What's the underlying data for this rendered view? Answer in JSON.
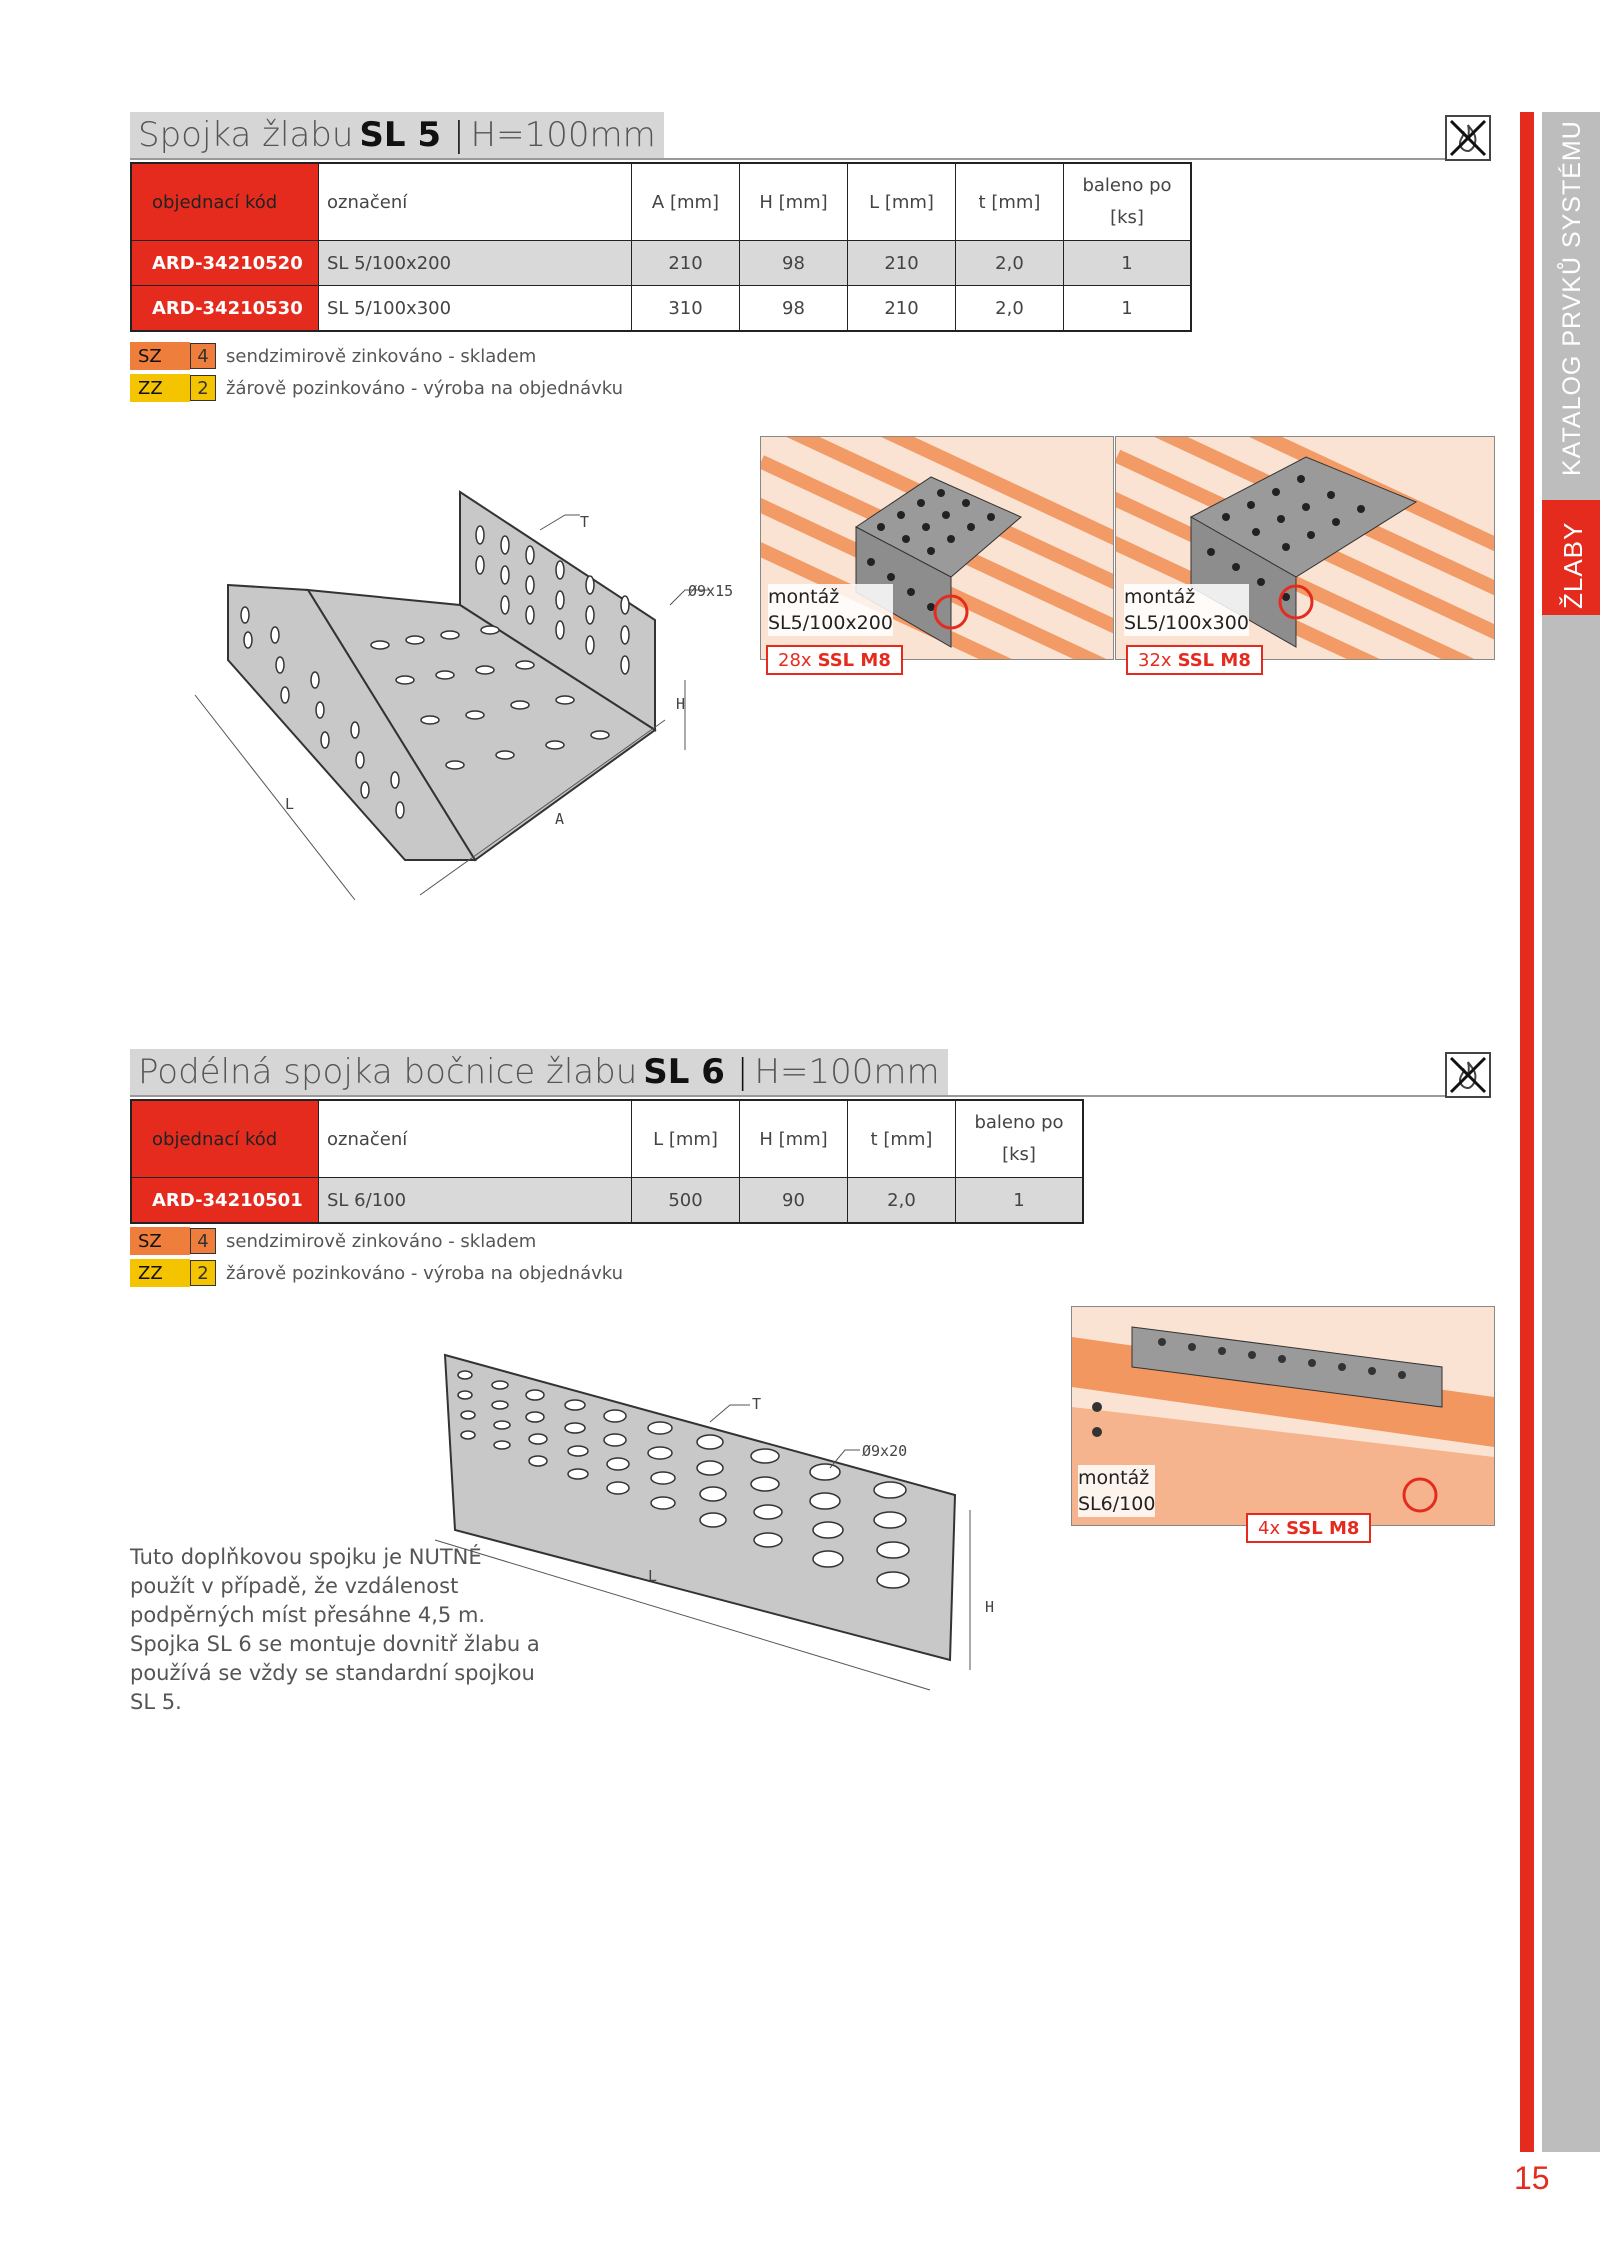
{
  "section1": {
    "title_pre": "Spojka žlabu",
    "title_bold": "SL 5",
    "title_sep": "|",
    "title_post": "H=100mm",
    "table": {
      "headers": [
        "objednací kód",
        "označení",
        "A [mm]",
        "H [mm]",
        "L [mm]",
        "t [mm]",
        "baleno po [ks]"
      ],
      "rows": [
        [
          "ARD-34210520",
          "SL 5/100x200",
          "210",
          "98",
          "210",
          "2,0",
          "1"
        ],
        [
          "ARD-34210530",
          "SL 5/100x300",
          "310",
          "98",
          "210",
          "2,0",
          "1"
        ]
      ]
    },
    "drawing_labels": {
      "t": "T",
      "hole": "Ø9x15",
      "h": "H",
      "a": "A",
      "l": "L"
    },
    "photos": [
      {
        "caption": "montáž\nSL5/100x200",
        "badge_count": "28x",
        "badge_bold": "SSL M8"
      },
      {
        "caption": "montáž\nSL5/100x300",
        "badge_count": "32x",
        "badge_bold": "SSL M8"
      }
    ]
  },
  "section2": {
    "title_pre": "Podélná spojka bočnice žlabu",
    "title_bold": "SL 6",
    "title_sep": "|",
    "title_post": "H=100mm",
    "table": {
      "headers": [
        "objednací kód",
        "označení",
        "L [mm]",
        "H [mm]",
        "t [mm]",
        "baleno po [ks]"
      ],
      "rows": [
        [
          "ARD-34210501",
          "SL 6/100",
          "500",
          "90",
          "2,0",
          "1"
        ]
      ]
    },
    "drawing_labels": {
      "t": "T",
      "hole": "Ø9x20",
      "h": "H",
      "l": "L"
    },
    "photo": {
      "caption": "montáž\nSL6/100",
      "badge_count": "4x",
      "badge_bold": "SSL M8"
    },
    "note": "Tuto doplňkovou spojku je NUTNÉ použít v případě, že vzdálenost podpěrných míst přesáhne 4,5 m. Spojka SL 6 se montuje dovnitř žlabu a používá se vždy se standardní spojkou SL 5."
  },
  "legend": [
    {
      "tag": "SZ",
      "num": "4",
      "text": "sendzimirově zinkováno - skladem",
      "color": "#ef7d3c"
    },
    {
      "tag": "ZZ",
      "num": "2",
      "text": "žárově pozinkováno - výroba na objednávku",
      "color": "#f5c400"
    }
  ],
  "sidebar": {
    "catalog": "KATALOG PRVKŮ SYSTÉMU",
    "chapter": "ŽLABY"
  },
  "page_number": "15",
  "colors": {
    "accent_red": "#e52b1e",
    "sz_orange": "#ef7d3c",
    "zz_yellow": "#f5c400",
    "heading_gray": "#d6d6d6",
    "photo_orange": "#f08a4b"
  },
  "icons": [
    "no-fire-icon"
  ]
}
